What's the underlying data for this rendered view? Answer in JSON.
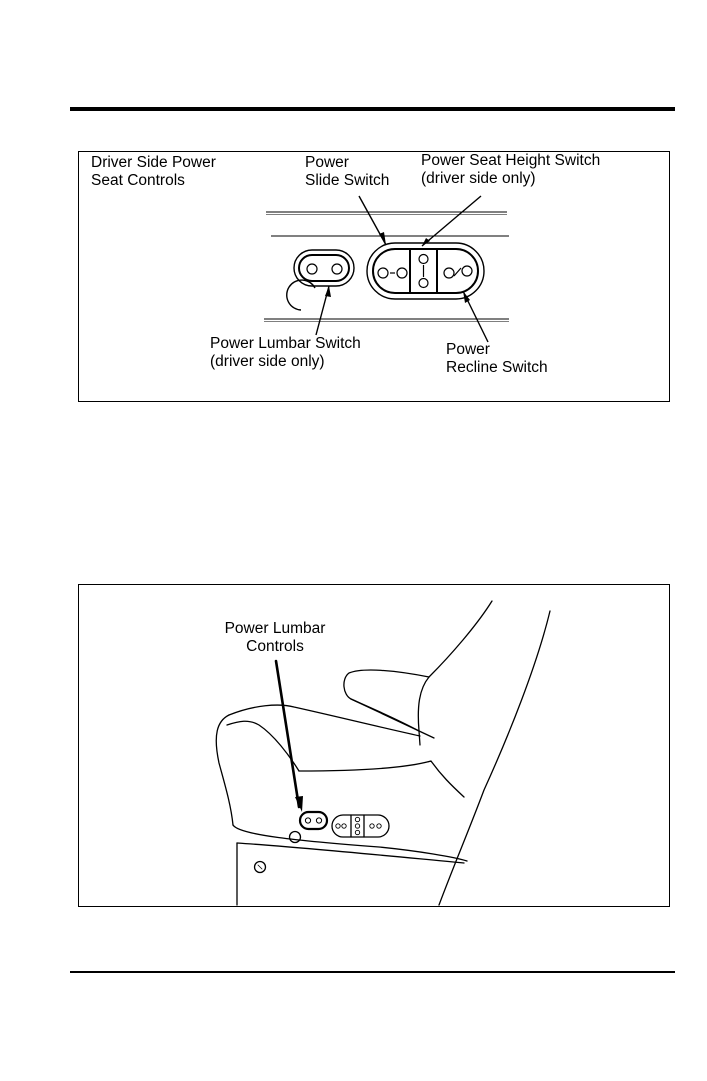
{
  "figure1": {
    "driver_side_label": [
      "Driver Side Power",
      "Seat Controls"
    ],
    "slide_switch_label": [
      "Power",
      "Slide Switch"
    ],
    "seat_height_label": [
      "Power Seat Height Switch",
      "(driver side only)"
    ],
    "lumbar_switch_label": [
      "Power Lumbar Switch",
      "(driver side only)"
    ],
    "recline_switch_label": [
      "Power",
      "Recline Switch"
    ]
  },
  "figure2": {
    "lumbar_controls_label": [
      "Power Lumbar",
      "Controls"
    ]
  }
}
